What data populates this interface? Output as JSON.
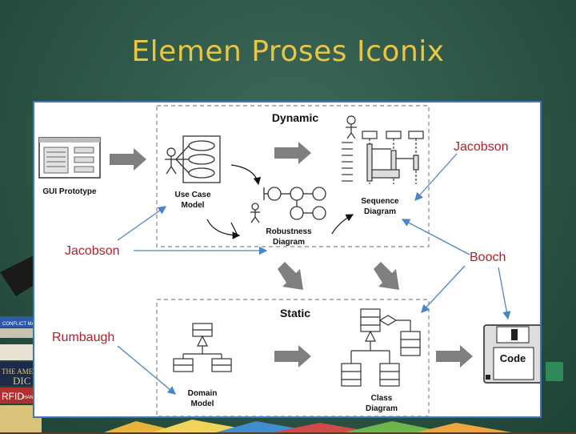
{
  "slide": {
    "title": "Elemen Proses Iconix"
  },
  "diagram": {
    "dynamic_label": "Dynamic",
    "static_label": "Static",
    "gui_prototype": "GUI Prototype",
    "use_case_model": [
      "Use Case",
      "Model"
    ],
    "robustness_diagram": [
      "Robustness",
      "Diagram"
    ],
    "sequence_diagram": [
      "Sequence",
      "Diagram"
    ],
    "domain_model": [
      "Domain",
      "Model"
    ],
    "class_diagram": [
      "Class",
      "Diagram"
    ],
    "code": "Code",
    "authors": {
      "jacobson_left": "Jacobson",
      "jacobson_right": "Jacobson",
      "booch": "Booch",
      "rumbaugh": "Rumbaugh"
    }
  },
  "books": {
    "conflict": "CONFLICT MANA",
    "amer": "THE AMER",
    "dic": "DIC",
    "rfid": "RFID",
    "hand": "HAND"
  },
  "colors": {
    "title": "#e8c547",
    "author_text": "#b0202c",
    "panel_border": "#3f78b7",
    "arrow_gray": "#7f7f7f",
    "connector_blue": "#4a86c5"
  }
}
